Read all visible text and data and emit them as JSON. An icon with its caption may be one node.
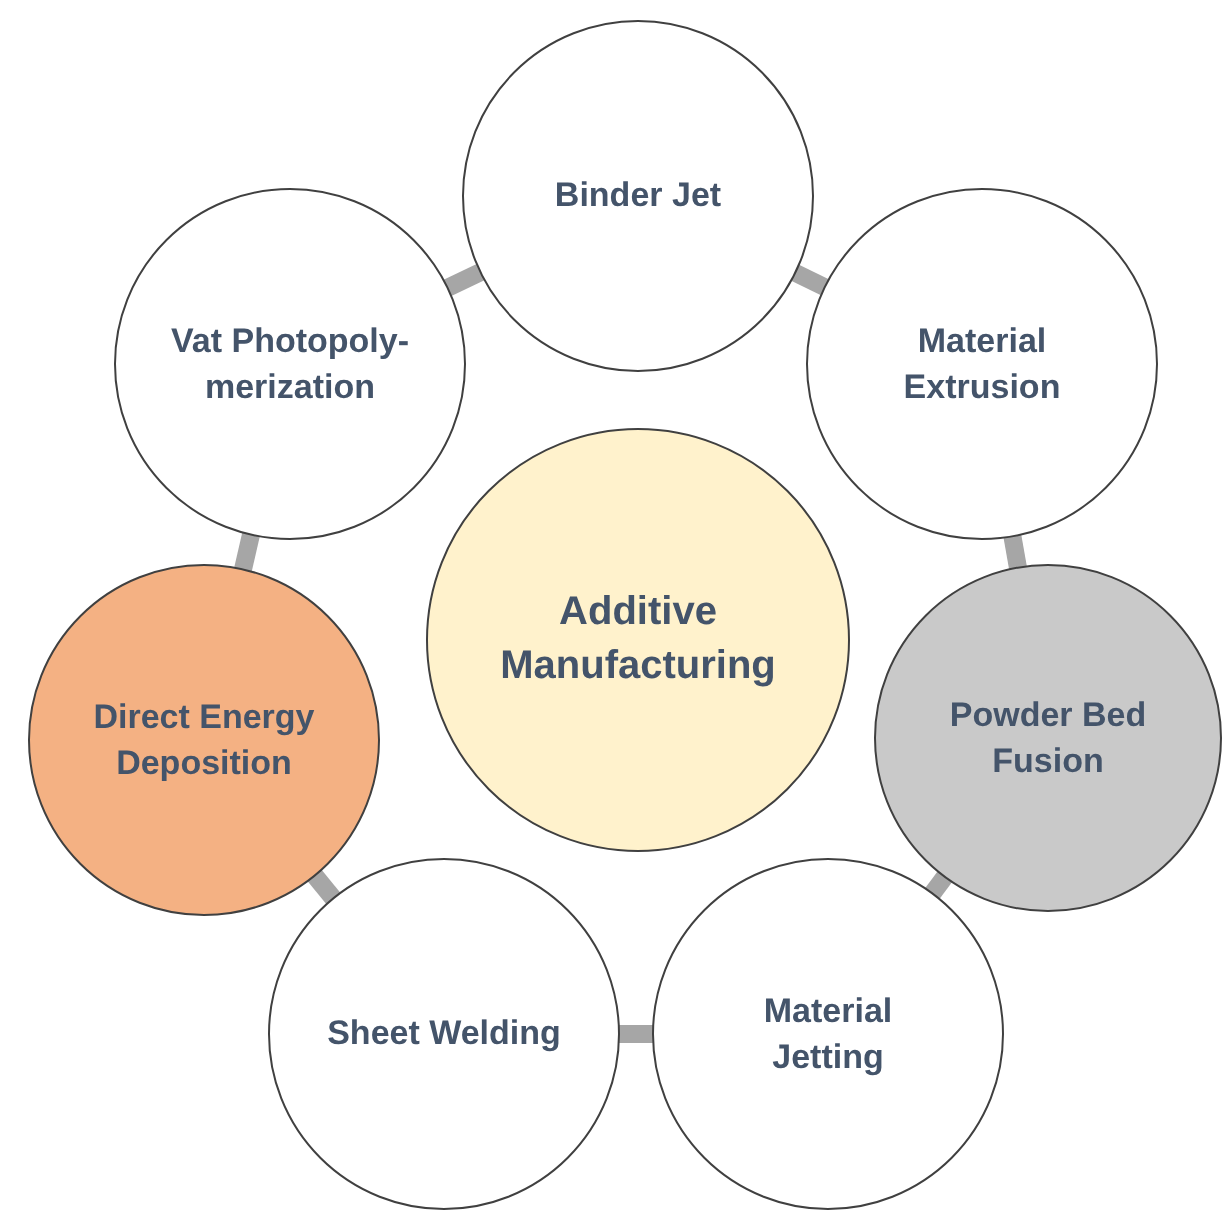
{
  "diagram": {
    "nodes": [
      {
        "text": [
          "Additive Manufacturing"
        ]
      },
      {
        "text": [
          "Binder Jet"
        ]
      },
      {
        "text": [
          "Material Extrusion"
        ]
      },
      {
        "text": [
          "Powder Bed Fusion"
        ]
      },
      {
        "text": [
          "Material Jetting"
        ]
      },
      {
        "text": [
          "Sheet Welding"
        ]
      },
      {
        "text": [
          "Direct Energy Deposition"
        ]
      },
      {
        "text": [
          "Vat Photopoly-merization"
        ]
      }
    ],
    "edges": [
      {
        "from": 1,
        "to": 2,
        "arrow": "none"
      },
      {
        "from": 2,
        "to": 3,
        "arrow": "none"
      },
      {
        "from": 3,
        "to": 4,
        "arrow": "none"
      },
      {
        "from": 4,
        "to": 5,
        "arrow": "none"
      },
      {
        "from": 5,
        "to": 6,
        "arrow": "none"
      },
      {
        "from": 6,
        "to": 7,
        "arrow": "none"
      },
      {
        "from": 7,
        "to": 1,
        "arrow": "none"
      }
    ]
  }
}
